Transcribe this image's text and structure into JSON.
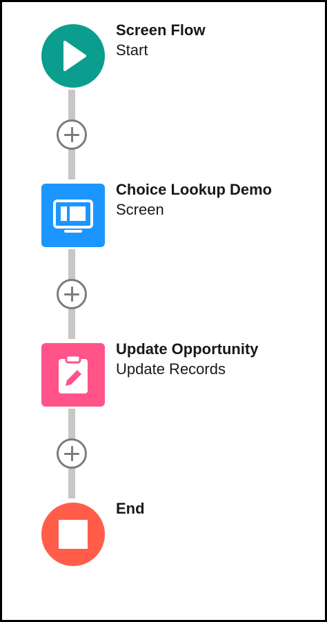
{
  "flow": {
    "nodes": [
      {
        "title": "Screen Flow",
        "subtitle": "Start",
        "icon": "play-icon",
        "color": "#0b9d8d"
      },
      {
        "title": "Choice Lookup Demo",
        "subtitle": "Screen",
        "icon": "screen-icon",
        "color": "#1b96ff"
      },
      {
        "title": "Update Opportunity",
        "subtitle": "Update Records",
        "icon": "clipboard-edit-icon",
        "color": "#ff538a"
      },
      {
        "title": "End",
        "subtitle": "",
        "icon": "stop-icon",
        "color": "#ff5d4a"
      }
    ],
    "add_buttons": [
      {
        "icon": "plus-icon"
      },
      {
        "icon": "plus-icon"
      },
      {
        "icon": "plus-icon"
      }
    ]
  }
}
